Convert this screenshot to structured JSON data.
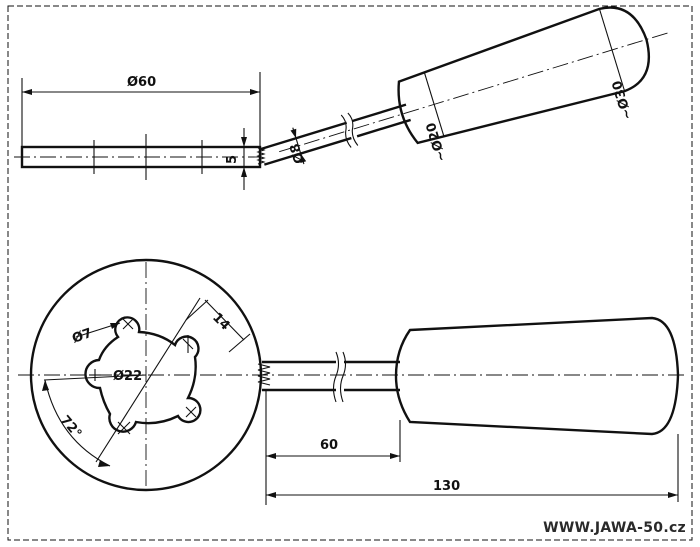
{
  "dimensions": {
    "disc_diameter": "Ø60",
    "plate_thickness": "5",
    "shaft_diameter": "Ø8",
    "handle_small_diameter": "~Ø20",
    "handle_large_diameter": "~Ø30",
    "hole_diameter": "Ø7",
    "hole_circle_diameter": "Ø22",
    "lobe_spacing": "14",
    "angle": "72°",
    "shaft_length": "60",
    "overall_length": "130"
  },
  "watermark": "WWW.JAWA-50.cz"
}
